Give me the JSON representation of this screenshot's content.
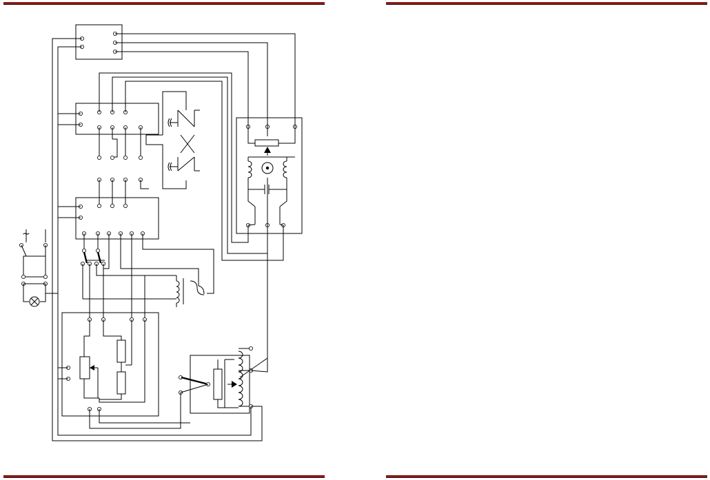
{
  "page": {
    "left_panel": "wiring diagram",
    "right_panel": "blank"
  },
  "colors": {
    "rule": "#8b1a1a",
    "ink": "#000000",
    "paper": "#ffffff"
  },
  "symbols": {
    "ac_source": "tilde",
    "lamp": "crossed-circle",
    "motor": "circle-with-dot"
  }
}
